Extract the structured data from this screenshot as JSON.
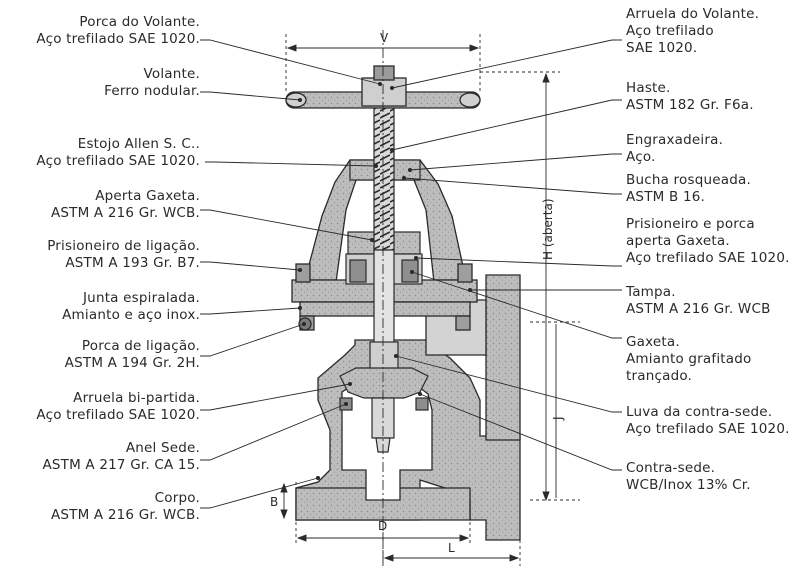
{
  "labels_left": [
    {
      "id": "porca-volante",
      "lines": [
        "Porca do Volante.",
        "Aço trefilado SAE 1020."
      ]
    },
    {
      "id": "volante",
      "lines": [
        "Volante.",
        "Ferro nodular."
      ]
    },
    {
      "id": "estojo-allen",
      "lines": [
        "Estojo Allen S. C..",
        "Aço trefilado SAE 1020."
      ]
    },
    {
      "id": "aperta-gaxeta",
      "lines": [
        "Aperta Gaxeta.",
        "ASTM A 216 Gr. WCB."
      ]
    },
    {
      "id": "prisioneiro-ligacao",
      "lines": [
        "Prisioneiro de ligação.",
        "ASTM A 193 Gr. B7."
      ]
    },
    {
      "id": "junta-espiralada",
      "lines": [
        "Junta espiralada.",
        "Amianto e aço inox."
      ]
    },
    {
      "id": "porca-ligacao",
      "lines": [
        "Porca de ligação.",
        "ASTM A 194 Gr. 2H."
      ]
    },
    {
      "id": "arruela-bipartida",
      "lines": [
        "Arruela bi-partida.",
        "Aço trefilado SAE 1020."
      ]
    },
    {
      "id": "anel-sede",
      "lines": [
        "Anel Sede.",
        "ASTM A 217 Gr. CA 15."
      ]
    },
    {
      "id": "corpo",
      "lines": [
        "Corpo.",
        "ASTM A 216 Gr. WCB."
      ]
    }
  ],
  "labels_right": [
    {
      "id": "arruela-volante",
      "lines": [
        "Arruela do Volante.",
        "Aço trefilado",
        "SAE 1020."
      ]
    },
    {
      "id": "haste",
      "lines": [
        "Haste.",
        "ASTM 182 Gr. F6a."
      ]
    },
    {
      "id": "engraxadeira",
      "lines": [
        "Engraxadeira.",
        "Aço."
      ]
    },
    {
      "id": "bucha-rosqueada",
      "lines": [
        "Bucha rosqueada.",
        "ASTM B 16."
      ]
    },
    {
      "id": "prisioneiro-porca",
      "lines": [
        "Prisioneiro e porca",
        "aperta Gaxeta.",
        "Aço trefilado SAE 1020."
      ]
    },
    {
      "id": "tampa",
      "lines": [
        "Tampa.",
        "ASTM A 216 Gr. WCB"
      ]
    },
    {
      "id": "gaxeta",
      "lines": [
        "Gaxeta.",
        "Amianto grafitado",
        "trançado."
      ]
    },
    {
      "id": "luva-contra-sede",
      "lines": [
        "Luva da contra-sede.",
        "Aço trefilado SAE 1020."
      ]
    },
    {
      "id": "contra-sede",
      "lines": [
        "Contra-sede.",
        "WCB/Inox 13% Cr."
      ]
    }
  ],
  "dimensions": {
    "v": "V",
    "h_aberta": "H (aberta)",
    "j": "J",
    "b": "B",
    "d": "D",
    "l": "L"
  },
  "colors": {
    "ink": "#2a2a2a",
    "metal": "#b9b9b9",
    "metal_dark": "#8e8e8e",
    "metal_light": "#d6d6d6"
  }
}
